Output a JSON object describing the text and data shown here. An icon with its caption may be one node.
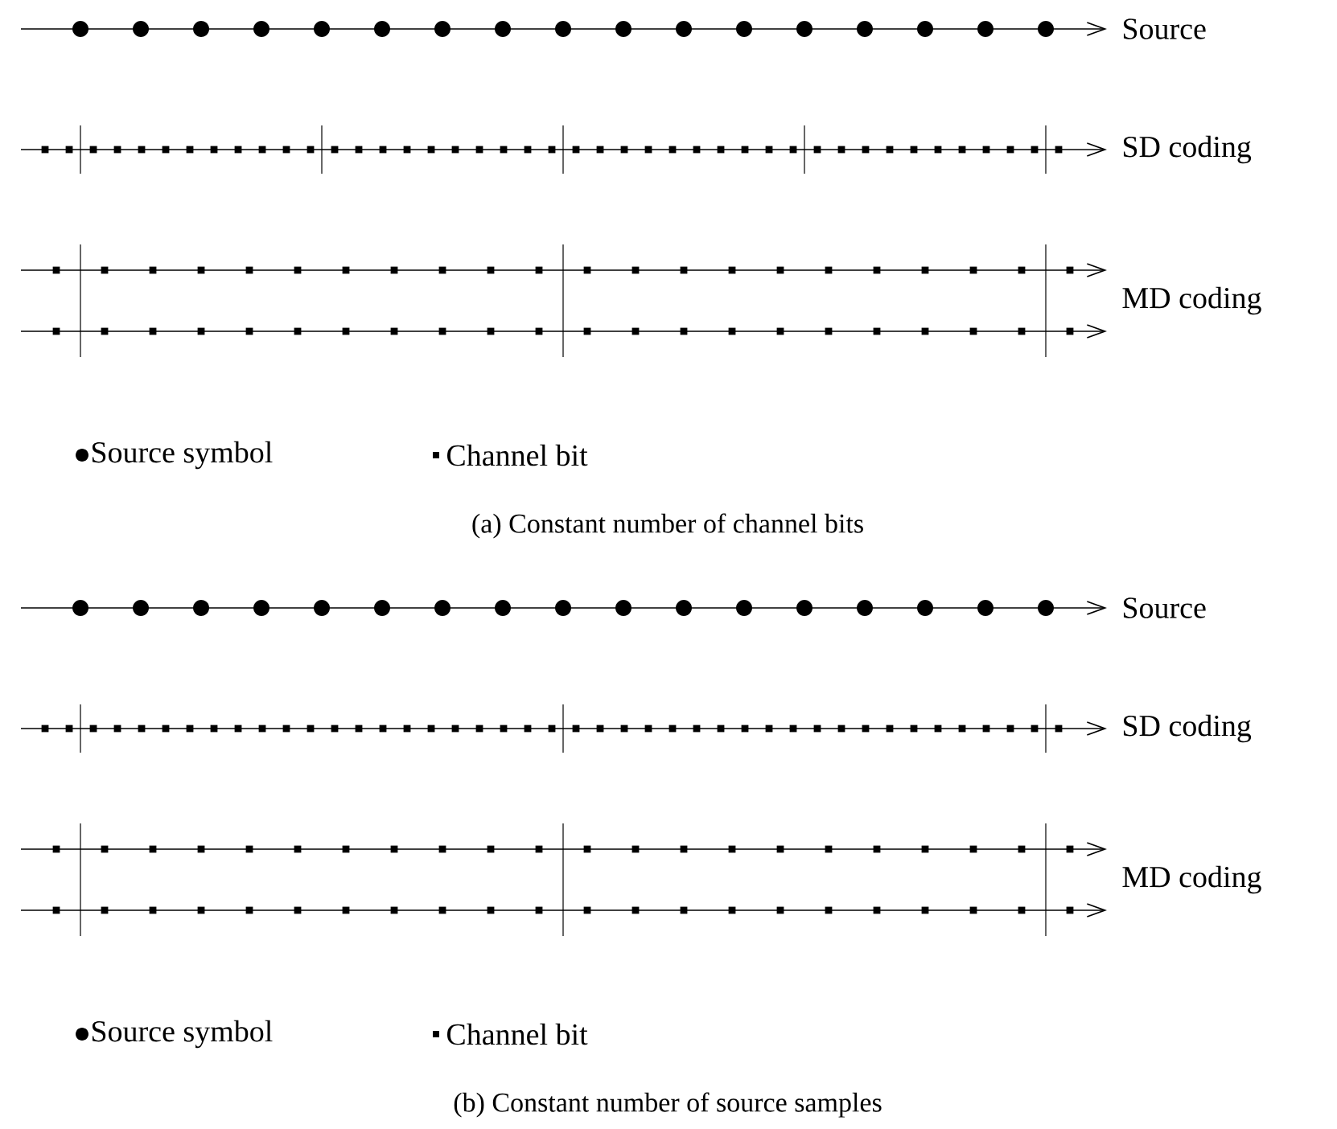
{
  "diagram": {
    "labels": [
      "Source",
      "SD coding",
      "MD coding",
      "(a) Constant number of channel bits",
      "Source",
      "SD coding",
      "MD coding",
      "(b) Constant number of source samples"
    ],
    "legend": [
      {
        "text": "Source symbol"
      },
      {
        "text": "Channel bit"
      },
      {
        "text": "Source symbol"
      },
      {
        "text": "Channel bit"
      }
    ]
  }
}
